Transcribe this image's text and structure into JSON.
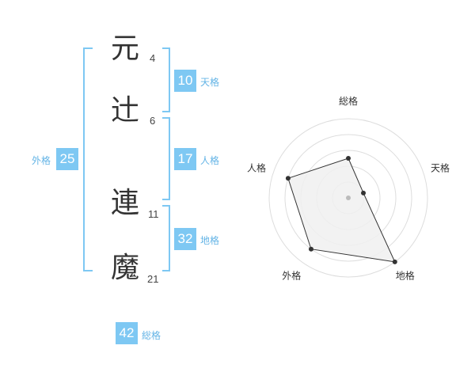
{
  "name": {
    "chars": [
      {
        "char": "元",
        "strokes": "4"
      },
      {
        "char": "辻",
        "strokes": "6"
      },
      {
        "char": "連",
        "strokes": "11"
      },
      {
        "char": "魔",
        "strokes": "21"
      }
    ]
  },
  "kaku": {
    "tenkaku": {
      "value": "10",
      "label": "天格"
    },
    "jinkaku": {
      "value": "17",
      "label": "人格"
    },
    "chikaku": {
      "value": "32",
      "label": "地格"
    },
    "gaikaku": {
      "value": "25",
      "label": "外格"
    },
    "soukaku": {
      "value": "42",
      "label": "総格"
    }
  },
  "chart_data": {
    "type": "radar",
    "axes": [
      "総格",
      "天格",
      "地格",
      "外格",
      "人格"
    ],
    "values": [
      0.5,
      0.2,
      1.0,
      0.8,
      0.8
    ],
    "max": 1.0,
    "rings": 5,
    "colors": {
      "fill": "#f0f0f0",
      "line": "#333333",
      "grid": "#dddddd",
      "point": "#333333"
    }
  },
  "colors": {
    "accent": "#7ec8f3",
    "label": "#64b4e6"
  }
}
